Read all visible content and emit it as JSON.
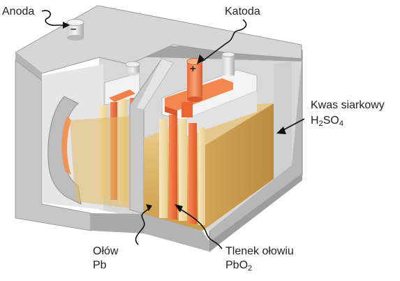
{
  "labels": {
    "anode": "Anoda",
    "cathode": "Katoda",
    "acid": {
      "name": "Kwas siarkowy",
      "formula_prefix": "H",
      "formula_sub1": "2",
      "formula_mid": "SO",
      "formula_sub2": "4"
    },
    "lead": {
      "name": "Ołów",
      "symbol": "Pb"
    },
    "lead_oxide": {
      "name": "Tlenek ołowiu",
      "formula_prefix": "PbO",
      "formula_sub": "2"
    }
  },
  "terminal_signs": {
    "negative": "–",
    "positive": "+"
  },
  "colors": {
    "casing": "#c8c8c8",
    "casing_dark": "#9d9d9d",
    "casing_light": "#e2e2e2",
    "electrolyte": "#d8ae58",
    "electrode_orange": "#ec6d3a",
    "plate_cream": "#f5e6bf"
  }
}
